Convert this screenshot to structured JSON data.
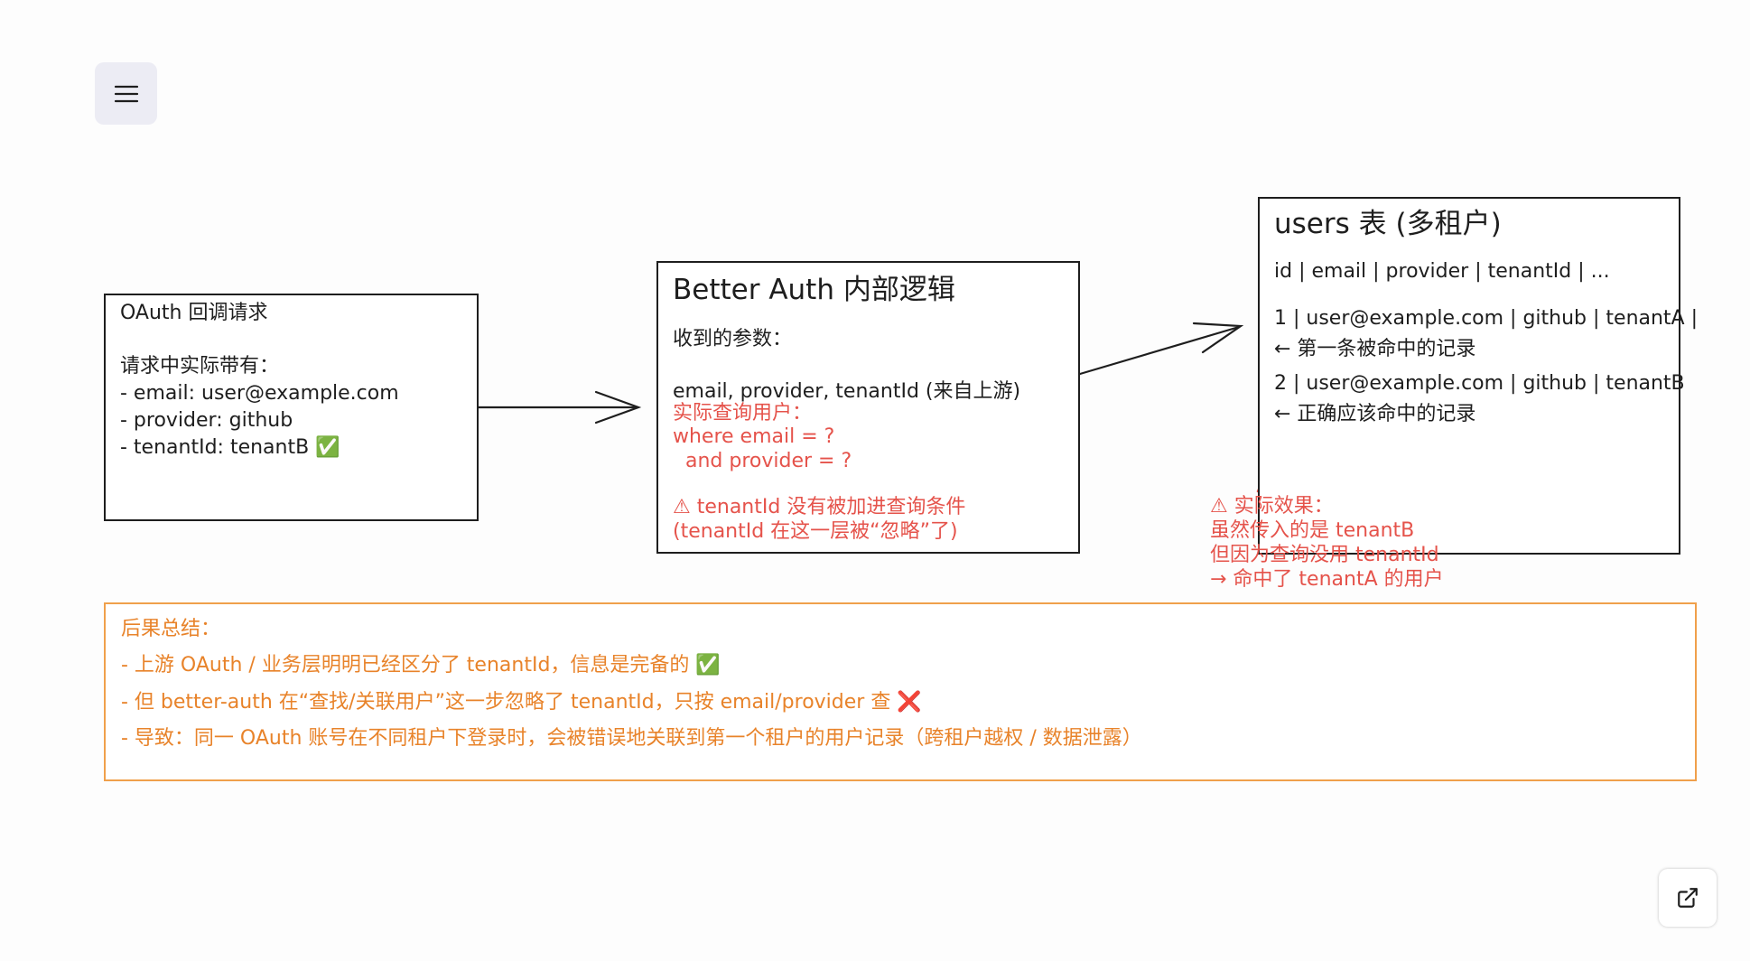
{
  "toolbar": {
    "menu_icon": "hamburger-menu-icon",
    "external_link_icon": "external-link-icon"
  },
  "oauth_box": {
    "title": "OAuth 回调请求",
    "subtitle": "请求中实际带有：",
    "items": [
      "- email: user@example.com",
      "- provider: github",
      "- tenantId: tenantB ✅"
    ]
  },
  "better_auth_box": {
    "title": "Better Auth 内部逻辑",
    "received_label": "收到的参数：",
    "params": "email, provider, tenantId (来自上游)",
    "query_label": "实际查询用户：",
    "query_lines": [
      "where email = ?",
      "  and provider = ?"
    ],
    "warning_lines": [
      "⚠ tenantId 没有被加进查询条件",
      "(tenantId 在这一层被“忽略”了)"
    ]
  },
  "users_box": {
    "title": "users 表 (多租户)",
    "header": "id | email | provider | tenantId | ...",
    "rows": [
      {
        "row": "1 | user@example.com | github | tenantA |",
        "note": "← 第一条被命中的记录"
      },
      {
        "row": "2 | user@example.com | github | tenantB",
        "note": "← 正确应该命中的记录"
      }
    ]
  },
  "effect_note": [
    "⚠ 实际效果：",
    "虽然传入的是 tenantB",
    "但因为查询没用 tenantId",
    "→ 命中了 tenantA 的用户"
  ],
  "summary": {
    "title": "后果总结：",
    "lines": [
      "- 上游 OAuth / 业务层明明已经区分了 tenantId，信息是完备的 ✅",
      "- 但 better-auth 在“查找/关联用户”这一步忽略了 tenantId，只按 email/provider 查 ❌",
      "- 导致：同一 OAuth 账号在不同租户下登录时，会被错误地关联到第一个租户的用户记录（跨租户越权 / 数据泄露）"
    ]
  },
  "colors": {
    "stroke": "#1e1e1e",
    "red": "#e5534b",
    "orange": "#e8832a",
    "orange_border": "#f0a04b"
  }
}
